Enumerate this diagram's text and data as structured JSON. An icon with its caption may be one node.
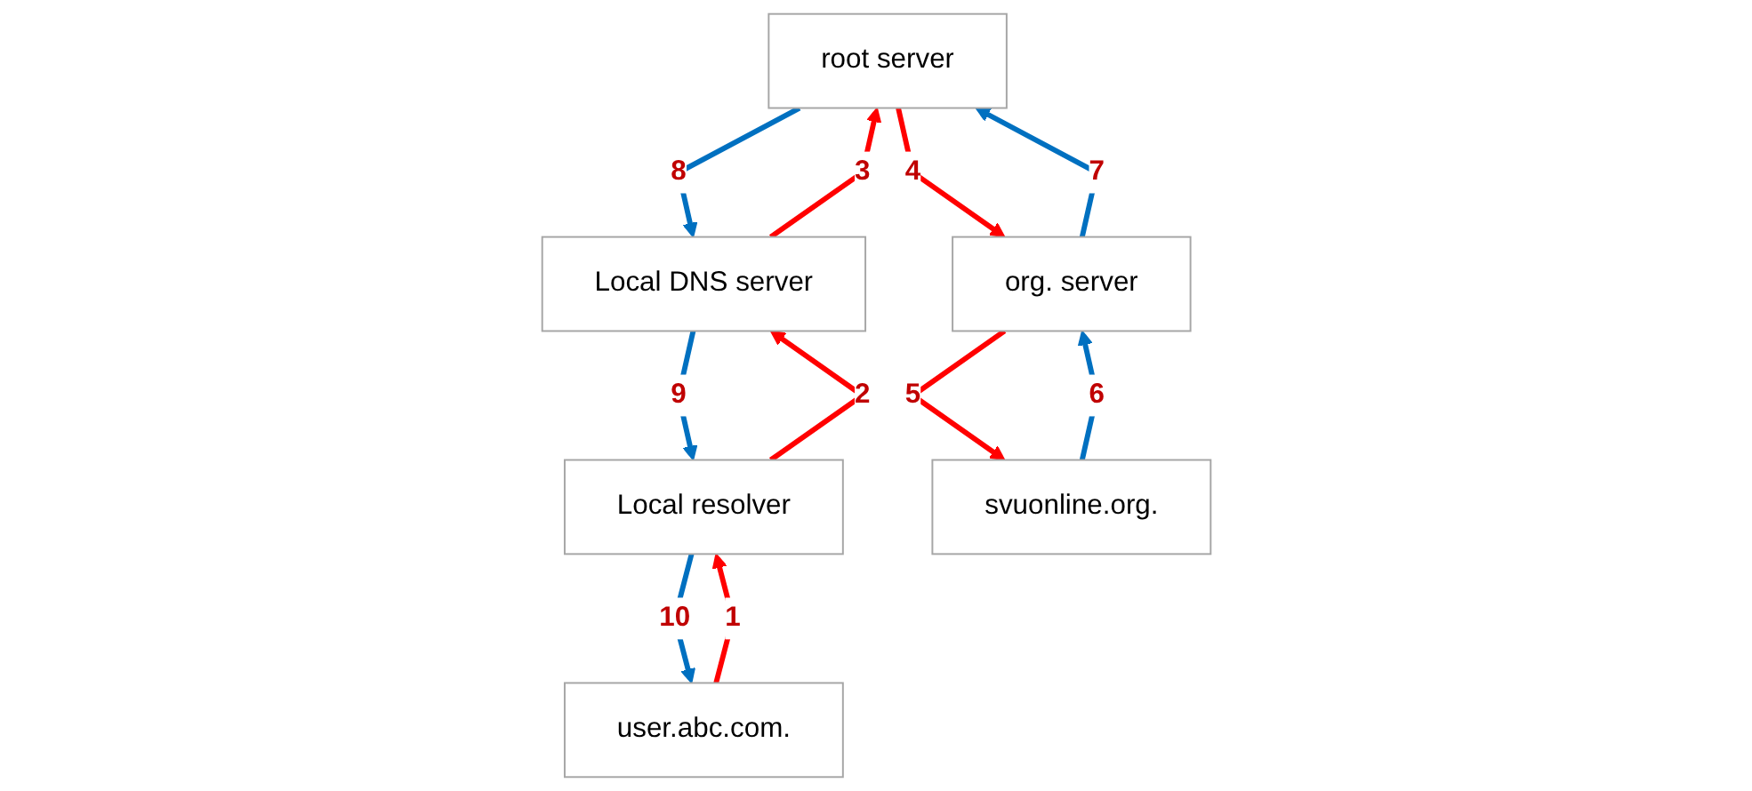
{
  "diagram": {
    "nodes": [
      {
        "text": [
          "root server"
        ]
      },
      {
        "text": [
          "Local DNS server"
        ]
      },
      {
        "text": [
          "org. server"
        ]
      },
      {
        "text": [
          "Local resolver"
        ]
      },
      {
        "text": [
          "svuonline.org."
        ]
      },
      {
        "text": [
          "user.abc.com."
        ]
      }
    ],
    "edges": [
      {
        "from": 5,
        "to": 3,
        "arrow": "to",
        "label": "1",
        "color": "#ff0000"
      },
      {
        "from": 3,
        "to": 1,
        "arrow": "to",
        "label": "2",
        "color": "#ff0000"
      },
      {
        "from": 1,
        "to": 0,
        "arrow": "to",
        "label": "3",
        "color": "#ff0000"
      },
      {
        "from": 0,
        "to": 2,
        "arrow": "to",
        "label": "4",
        "color": "#ff0000"
      },
      {
        "from": 2,
        "to": 4,
        "arrow": "to",
        "label": "5",
        "color": "#ff0000"
      },
      {
        "from": 4,
        "to": 2,
        "arrow": "to",
        "label": "6",
        "color": "#0070c0"
      },
      {
        "from": 2,
        "to": 0,
        "arrow": "to",
        "label": "7",
        "color": "#0070c0"
      },
      {
        "from": 0,
        "to": 1,
        "arrow": "to",
        "label": "8",
        "color": "#0070c0"
      },
      {
        "from": 1,
        "to": 3,
        "arrow": "to",
        "label": "9",
        "color": "#0070c0"
      },
      {
        "from": 3,
        "to": 5,
        "arrow": "to",
        "label": "10",
        "color": "#0070c0"
      }
    ]
  }
}
